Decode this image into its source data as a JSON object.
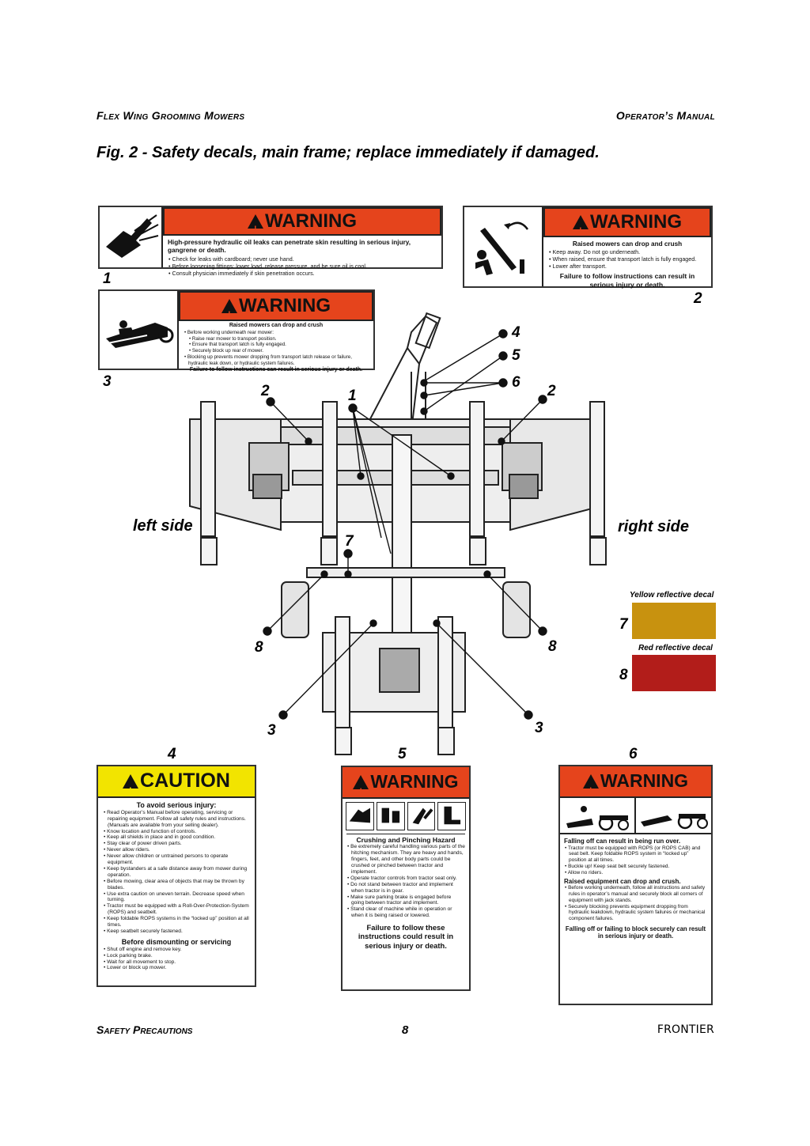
{
  "header": {
    "left": "Flex Wing Grooming Mowers",
    "right": "Operator’s Manual"
  },
  "figure_title": "Fig. 2 - Safety decals, main frame; replace immediately if damaged.",
  "decal_1": {
    "banner": "WARNING",
    "lines": [
      "High-pressure hydraulic oil leaks can penetrate skin resulting in serious injury, gangrene or death.",
      "• Check for leaks with cardboard; never use hand.",
      "• Before loosening fittings: lower load, release pressure, and be sure oil is cool.",
      "• Consult physician immediately if skin penetration occurs."
    ],
    "icon": "hydraulic-leak-hand-icon"
  },
  "decal_2": {
    "banner": "WARNING",
    "heading": "Raised mowers can drop and crush",
    "lines": [
      "• Keep away. Do not go underneath.",
      "• When raised, ensure that transport latch is fully engaged.",
      "• Lower after transport."
    ],
    "footer": "Failure to follow instructions can result in serious injury or death.",
    "icon": "raised-wing-crush-icon"
  },
  "decal_3": {
    "banner": "WARNING",
    "heading": "Raised mowers can drop and crush",
    "lines": [
      "• Before working underneath rear mower:",
      "  • Raise rear mower to transport position.",
      "  • Ensure that transport latch is fully engaged.",
      "  • Securely block up rear of mower.",
      "• Blocking up prevents mower dropping from transport latch release or failure, hydraulic leak down, or hydraulic system failures."
    ],
    "footer": "Failure to follow instructions can result in serious injury or death.",
    "icon": "mower-crush-icon"
  },
  "decal_4": {
    "banner": "CAUTION",
    "heading": "To avoid serious injury:",
    "lines": [
      "• Read Operator’s Manual before operating, servicing or repairing equipment. Follow all safety rules and instructions. (Manuals are available from your selling dealer).",
      "• Know location and function of controls.",
      "• Keep all shields in place and in good condition.",
      "• Stay clear of power driven parts.",
      "• Never allow riders.",
      "• Never allow children or untrained persons to operate equipment.",
      "• Keep bystanders at a safe distance away from mower during operation.",
      "• Before mowing, clear area of objects that may be thrown by blades.",
      "• Use extra caution on uneven terrain. Decrease speed when turning.",
      "• Tractor must be equipped with a Roll-Over-Protection-System (ROPS) and seatbelt.",
      "• Keep foldable ROPS systems in the “locked up” position at all times.",
      "• Keep seatbelt securely fastened."
    ],
    "heading2": "Before dismounting or servicing",
    "lines2": [
      "• Shut off engine and remove key.",
      "• Lock parking brake.",
      "• Wait for all movement to stop.",
      "• Lower or block up mower."
    ]
  },
  "decal_5": {
    "banner": "WARNING",
    "heading": "Crushing and Pinching Hazard",
    "lines": [
      "• Be extremely careful handling various parts of the hitching mechanism. They are heavy and hands, fingers, feet, and other body parts could be crushed or pinched between tractor and implement.",
      "• Operate tractor controls from tractor seat only.",
      "• Do not stand between tractor and implement when tractor is in gear.",
      "• Make sure parking brake is engaged before going between tractor and implement.",
      "• Stand clear of machine while in operation or when it is being raised or lowered."
    ],
    "footer": "Failure to follow these instructions could result in serious injury or death."
  },
  "decal_6": {
    "banner": "WARNING",
    "heading": "Falling off can result in being run over.",
    "lines": [
      "• Tractor must be equipped with ROPS (or ROPS CAB) and seat belt. Keep foldable ROPS system in “locked up” position at all times.",
      "• Buckle up! Keep seat belt securely fastened.",
      "• Allow no riders."
    ],
    "heading2": "Raised equipment can drop and crush.",
    "lines2": [
      "• Before working underneath, follow all instructions and safety rules in operator’s manual and securely block all corners of equipment with jack stands.",
      "• Securely blocking prevents equipment dropping from hydraulic leakdown, hydraulic system failures or mechanical component failures."
    ],
    "footer": "Falling off or failing to block securely can result in serious injury or death."
  },
  "callouts": {
    "n1": "1",
    "n2": "2",
    "n3": "3",
    "n4": "4",
    "n5": "5",
    "n6": "6",
    "n7": "7",
    "n8": "8"
  },
  "side_labels": {
    "left": "left side",
    "right": "right side"
  },
  "reflective": {
    "yellow_label": "Yellow reflective decal",
    "yellow_color": "#c8920f",
    "red_label": "Red reflective decal",
    "red_color": "#b21d1a"
  },
  "colors": {
    "warning_orange": "#e5441c",
    "caution_yellow": "#f2e400"
  },
  "footer": {
    "left": "Safety Precautions",
    "page": "8",
    "right": "FRONTIER"
  }
}
